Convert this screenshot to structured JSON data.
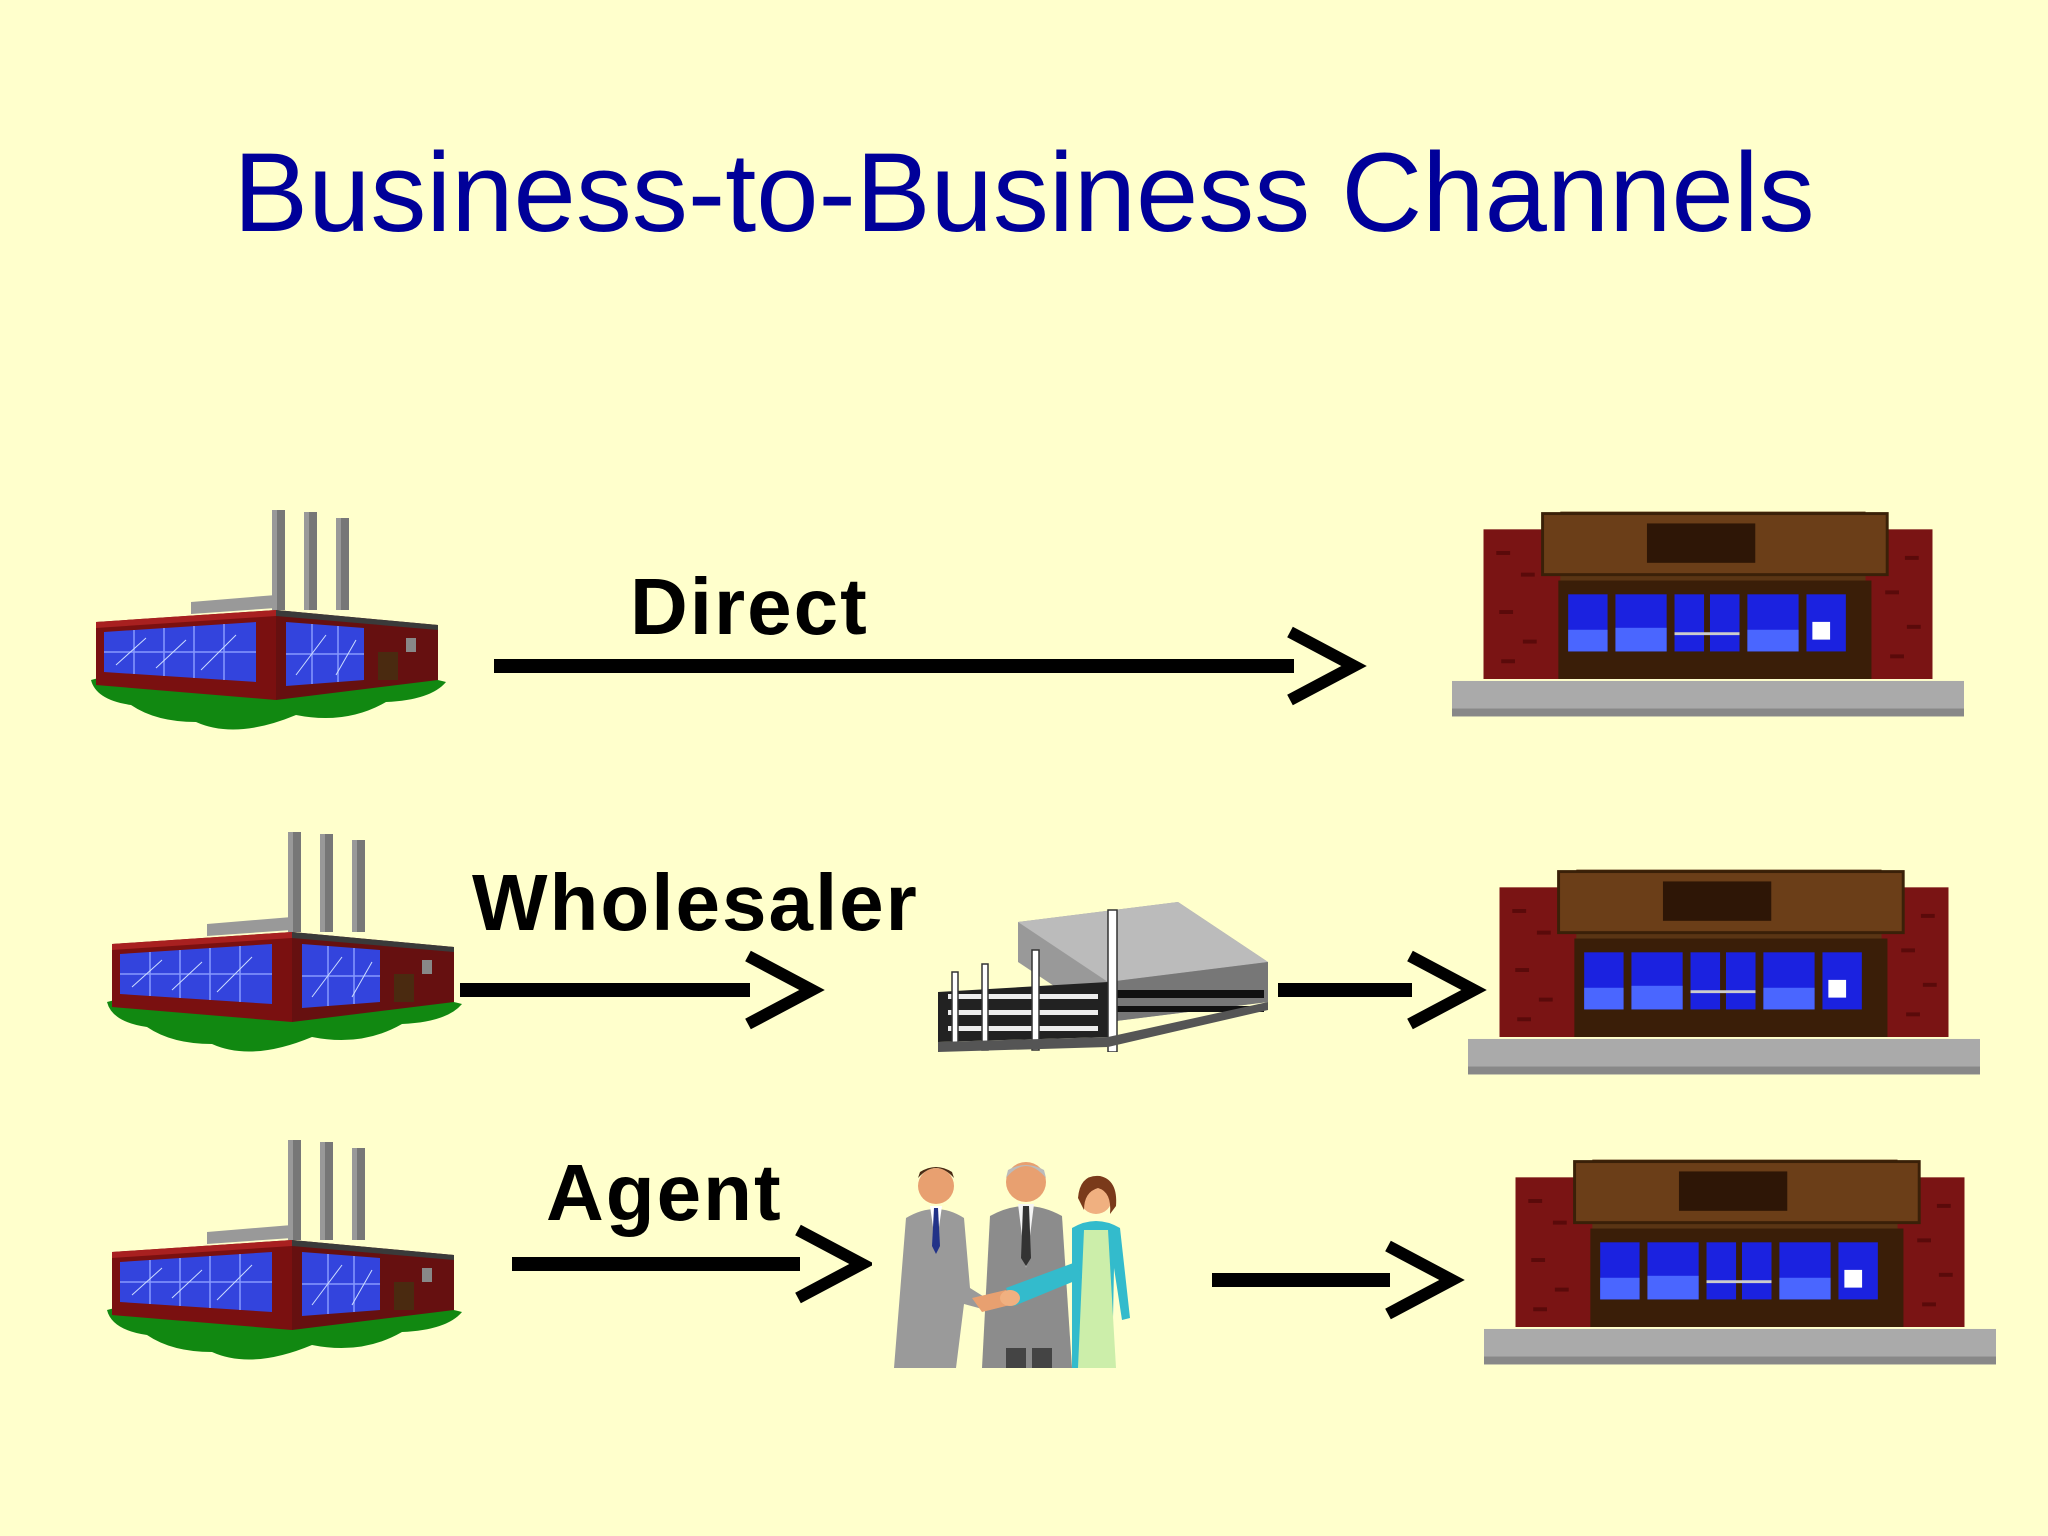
{
  "slide": {
    "title": "Business-to-Business Channels",
    "background_color": "#FFFFCC",
    "title_color": "#000099"
  },
  "rows": [
    {
      "label": "Direct",
      "source_icon": "factory-icon",
      "intermediary_icon": null,
      "destination_icon": "store-icon"
    },
    {
      "label": "Wholesaler",
      "source_icon": "factory-icon",
      "intermediary_icon": "warehouse-building-icon",
      "destination_icon": "store-icon"
    },
    {
      "label": "Agent",
      "source_icon": "factory-icon",
      "intermediary_icon": "handshake-people-icon",
      "destination_icon": "store-icon"
    }
  ]
}
